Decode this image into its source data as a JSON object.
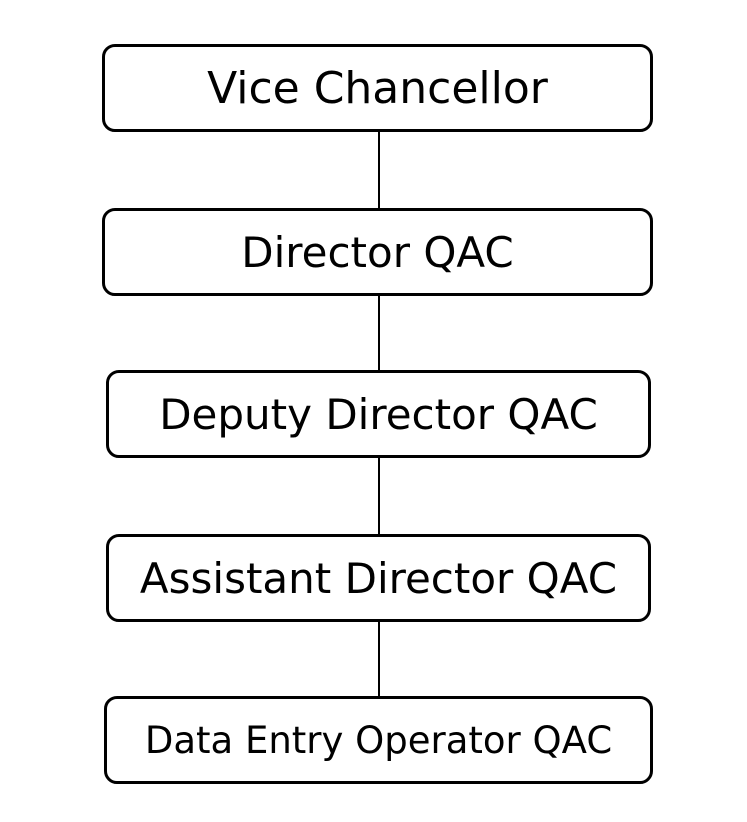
{
  "org_chart": {
    "levels": [
      {
        "label": "Vice Chancellor"
      },
      {
        "label": "Director QAC"
      },
      {
        "label": "Deputy Director QAC"
      },
      {
        "label": "Assistant Director QAC"
      },
      {
        "label": "Data Entry Operator QAC"
      }
    ]
  },
  "colors": {
    "border": "#000000",
    "background": "#ffffff",
    "text": "#000000"
  }
}
